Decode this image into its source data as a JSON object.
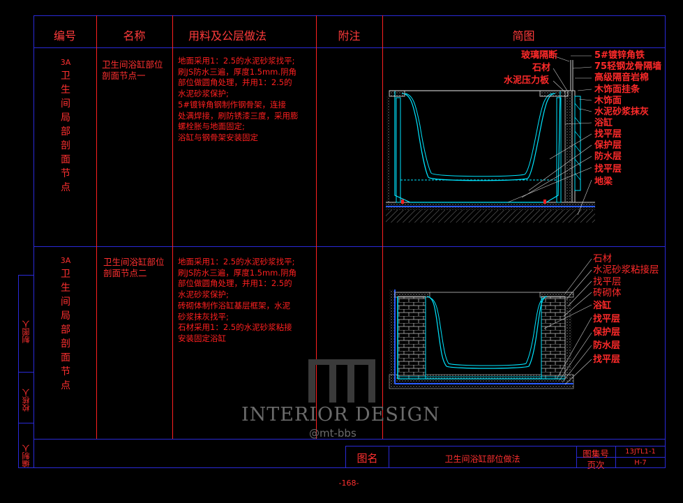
{
  "header": {
    "code": "编号",
    "name": "名称",
    "materials": "用料及公层做法",
    "notes": "附注",
    "diagram": "简图"
  },
  "rows": [
    {
      "code_prefix": "3A",
      "code_chars": [
        "卫",
        "生",
        "间",
        "局",
        "部",
        "剖",
        "面",
        "节",
        "点"
      ],
      "name_lines": [
        "卫生间浴缸部位",
        "剖面节点一"
      ],
      "material_text": "地面采用1：2.5的水泥砂浆找平;\n刷JS防水三遍，厚度1.5mm.阴角\n部位做圆角处理，并用1：2.5的\n水泥砂浆保护;\n5#镀锌角钢制作钢骨架，连接\n处满焊接，刷防锈漆三度，采用膨\n螺栓胀与地面固定;\n浴缸与钢骨架安装固定",
      "labels_left": [
        "玻璃隔断",
        "石材",
        "水泥压力板"
      ],
      "labels_right": [
        "5#镀锌角铁",
        "75轻钢龙骨隔墙",
        "高级隔音岩棉",
        "木饰面挂条",
        "木饰面",
        "水泥砂浆抹灰",
        "浴缸",
        "找平层",
        "保护层",
        "防水层",
        "找平层",
        "地梁"
      ]
    },
    {
      "code_prefix": "3A",
      "code_chars": [
        "卫",
        "生",
        "间",
        "局",
        "部",
        "剖",
        "面",
        "节",
        "点"
      ],
      "name_lines": [
        "卫生间浴缸部位",
        "剖面节点二"
      ],
      "material_text": "地面采用1：2.5的水泥砂浆找平;\n刷JS防水三遍，厚度1.5mm.阴角\n部位做圆角处理，并用1：2.5的\n水泥砂浆保护;\n砖砌体制作浴缸基层框架，水泥\n砂浆抹灰找平;\n石材采用1：2.5的水泥砂浆粘接\n安装固定浴缸",
      "labels_right": [
        "石材",
        "水泥砂浆粘接层",
        "找平层",
        "砖砌体",
        "浴缸",
        "找平层",
        "保护层",
        "防水层",
        "找平层"
      ]
    }
  ],
  "side_labels": [
    "制图人",
    "校核人",
    "编制人"
  ],
  "footer": {
    "title_label": "图名",
    "title_value": "卫生间浴缸部位做法",
    "atlas_label": "图集号",
    "atlas_value": "13JTL1-1",
    "page_label": "页次",
    "page_value": "H-7"
  },
  "page_number": "-168-",
  "watermark": {
    "line1": "INTERIOR DESIGN",
    "line2": "@mt-bbs"
  },
  "colors": {
    "frame": "#2a2ad8",
    "column_divider": "#ff2020",
    "text": "#ff3030",
    "drawing": "#00e5ff",
    "hatch": "#bdbdbd"
  }
}
